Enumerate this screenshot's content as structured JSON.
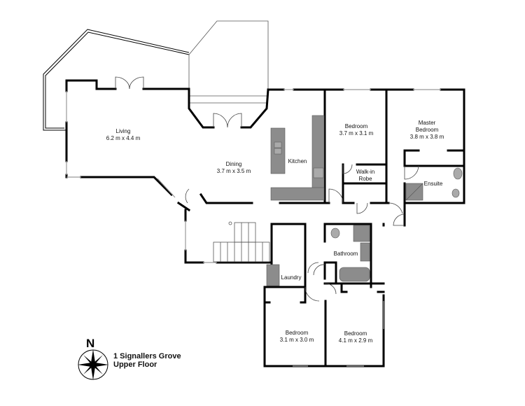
{
  "caption": {
    "address": "1 Signallers Grove",
    "floor": "Upper Floor"
  },
  "compass": {
    "north_label": "N",
    "icon": "compass-rose-icon"
  },
  "rooms": [
    {
      "name": "Living",
      "dims": "6.2 m x 4.4 m"
    },
    {
      "name": "Dining",
      "dims": "3.7 m x 3.5 m"
    },
    {
      "name": "Kitchen",
      "dims": ""
    },
    {
      "name": "Bedroom",
      "dims": "3.7 m x 3.1 m"
    },
    {
      "name": "Master Bedroom",
      "line1": "Master",
      "line2": "Bedroom",
      "dims": "3.8 m x 3.8 m"
    },
    {
      "name": "Walk-in Robe",
      "line1": "Walk-in",
      "line2": "Robe"
    },
    {
      "name": "Ensuite"
    },
    {
      "name": "Bathroom"
    },
    {
      "name": "Laundry"
    },
    {
      "name": "Bedroom",
      "dims": "3.1 m x 3.0 m"
    },
    {
      "name": "Bedroom",
      "dims": "4.1 m x 2.9 m"
    }
  ],
  "colors": {
    "wall": "#000000",
    "fixture": "#8c8c8c",
    "fixture_dark": "#6e6e6e",
    "window": "#aaaaaa"
  }
}
